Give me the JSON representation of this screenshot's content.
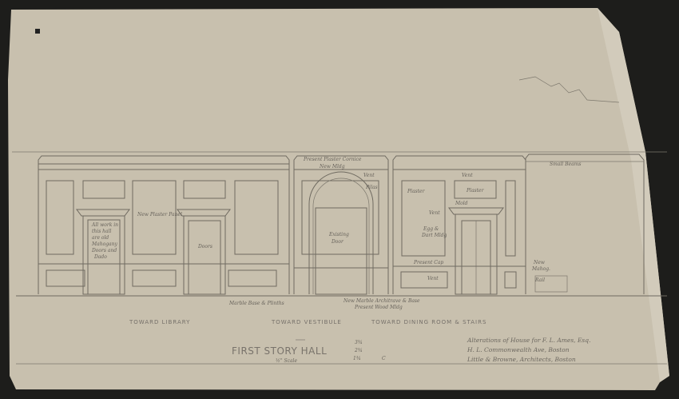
{
  "sheet": {
    "paper_color": "#c8c0ae",
    "background_color": "#1d1d1b",
    "ink_color": "#6f6a60"
  },
  "labels": {
    "cornice": "Present Plaster Cornice",
    "new_mldg": "New Mldg",
    "vent_top": "Vent",
    "pilas": "Pilas",
    "existing_door": [
      "Existing",
      "Door"
    ],
    "plaster_left": "Plaster",
    "plaster_right": "Plaster",
    "vent_right": "Vent",
    "mold": "Mold",
    "vent_mid": "Vent",
    "egg_dart": [
      "Egg &",
      "Dart Mldg"
    ],
    "present_cap": "Present Cap",
    "vent_dado": "Vent",
    "small_beams": "Small Beams",
    "new_mahog": [
      "New",
      "Mahog."
    ],
    "rail": "Rail",
    "old_work_note": [
      "All work in",
      "this hall",
      "are old",
      "Mahogany",
      "Doors and",
      "Dado"
    ],
    "new_plaster_panel": "New Plaster Panel",
    "doors": "Doors",
    "marble_base": "Marble Base & Plinths",
    "new_architrave": "New Marble Architrave & Base",
    "present_wood": "Present Wood Mldg"
  },
  "directions": {
    "library": "TOWARD LIBRARY",
    "vestibule": "TOWARD VESTIBULE",
    "dining": "TOWARD DINING ROOM & STAIRS"
  },
  "title_block": {
    "title": "FIRST STORY HALL",
    "scale": "½\" Scale",
    "calc": [
      "3¾",
      "2¾",
      "1¾",
      "C"
    ],
    "lines": [
      "Alterations of House for F. L. Ames, Esq.",
      "H. L. Commonwealth Ave, Boston",
      "Little & Browne, Architects, Boston"
    ]
  }
}
